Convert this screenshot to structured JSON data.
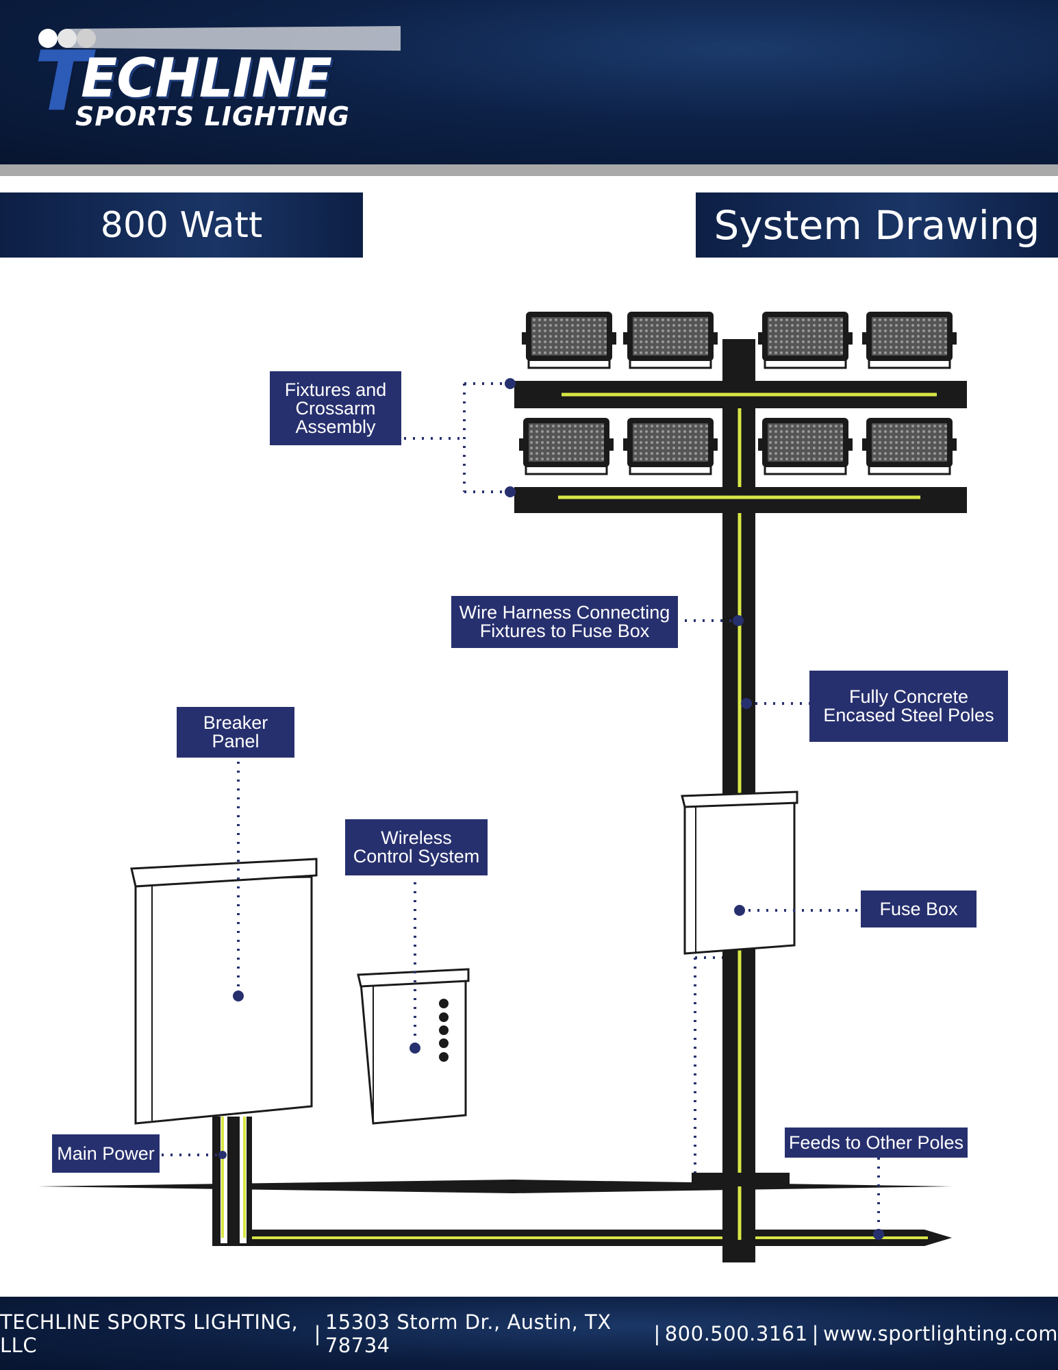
{
  "header": {
    "logo_main": "ECHLINE",
    "logo_letter": "T",
    "logo_sub": "SPORTS LIGHTING"
  },
  "banners": {
    "wattage": "800 Watt",
    "title": "System Drawing"
  },
  "labels": {
    "fixtures": [
      "Fixtures and",
      "Crossarm",
      "Assembly"
    ],
    "wire_harness": [
      "Wire Harness Connecting",
      "Fixtures to Fuse Box"
    ],
    "concrete_poles": [
      "Fully Concrete",
      "Encased Steel Poles"
    ],
    "breaker_panel": [
      "Breaker",
      "Panel"
    ],
    "wireless": [
      "Wireless",
      "Control System"
    ],
    "fuse_box": "Fuse Box",
    "main_power": "Main Power",
    "feeds": "Feeds to Other Poles"
  },
  "footer": {
    "company": "TECHLINE SPORTS LIGHTING, LLC",
    "address": "15303 Storm Dr., Austin, TX 78734",
    "phone": "800.500.3161",
    "website": "www.sportlighting.com"
  },
  "colors": {
    "navy": "#27306e",
    "wire": "#d7e645",
    "pole": "#1a1a1a"
  }
}
